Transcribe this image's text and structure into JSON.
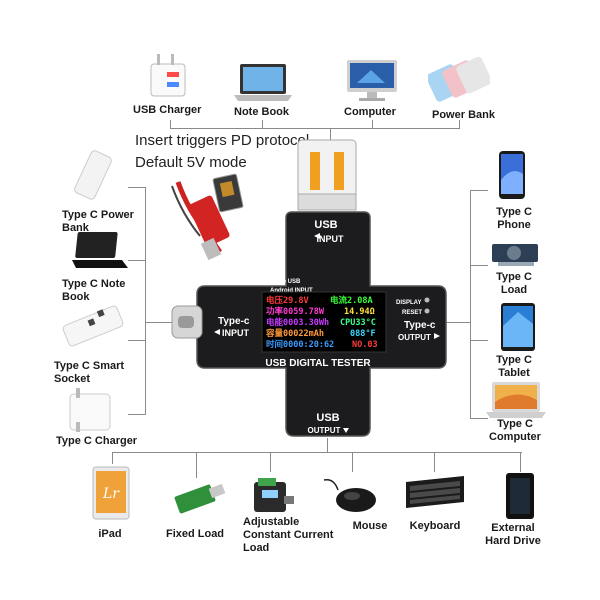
{
  "top_devices": [
    "USB Charger",
    "Note Book",
    "Computer",
    "Power Bank"
  ],
  "notes": [
    "Insert triggers PD protocol",
    "Default 5V mode"
  ],
  "left_devices": [
    "Type C Power\nBank",
    "Type C Note\nBook",
    "Type C Smart\nSocket",
    "Type C Charger"
  ],
  "right_devices": [
    "Type C\nPhone",
    "Type C\nLoad",
    "Type C\nTablet",
    "Type C\nComputer"
  ],
  "bottom_devices": [
    "iPad",
    "Fixed Load",
    "Adjustable\nConstant Current\nLoad",
    "Mouse",
    "Keyboard",
    "External\nHard Drive"
  ],
  "device": {
    "usb_input": "USB",
    "usb_input_sub": "INPUT",
    "micro_usb": "Micro USB",
    "android_input": "Android INPUT",
    "typec_input": "Type-c",
    "typec_input_sub": "INPUT",
    "typec_output": "Type-c",
    "typec_output_sub": "OUTPUT",
    "display_label": "DISPLAY",
    "reset_label": "RESET",
    "title": "USB DIGITAL TESTER",
    "usb_output": "USB",
    "usb_output_sub": "OUTPUT"
  },
  "screen": {
    "row1_left": "电压29.8V",
    "row1_right": "电流2.08A",
    "row2_left": "功率0059.78W",
    "row2_right": "14.94Ω",
    "row3_left": "电能0003.30Wh",
    "row3_right": "CPU33°C",
    "row4_left": "容量00022mAh",
    "row4_right": "088°F",
    "row5_left": "时间0000:20:62",
    "row5_right": "NO.03"
  },
  "colors": {
    "row1_left": "#ff3b3b",
    "row1_right": "#3cff3c",
    "row2_left": "#ff3bd1",
    "row2_right": "#ffe23b",
    "row3_left": "#c63bff",
    "row3_right": "#3cff8a",
    "row4_left": "#ff9a3b",
    "row4_right": "#3bd9ff",
    "row5_left": "#3b9bff",
    "row5_right": "#ff3b3b",
    "device_body": "#1c1c1e",
    "wire": "#8a8a8a"
  },
  "icons": {
    "top": [
      "usb-charger-icon",
      "notebook-icon",
      "computer-icon",
      "power-bank-icon"
    ],
    "left": [
      "power-bank-icon",
      "notebook-icon",
      "smart-socket-icon",
      "charger-icon"
    ],
    "right": [
      "phone-icon",
      "load-icon",
      "tablet-icon",
      "laptop-icon"
    ],
    "bottom": [
      "ipad-icon",
      "fixed-load-icon",
      "adjustable-load-icon",
      "mouse-icon",
      "keyboard-icon",
      "hard-drive-icon"
    ]
  }
}
